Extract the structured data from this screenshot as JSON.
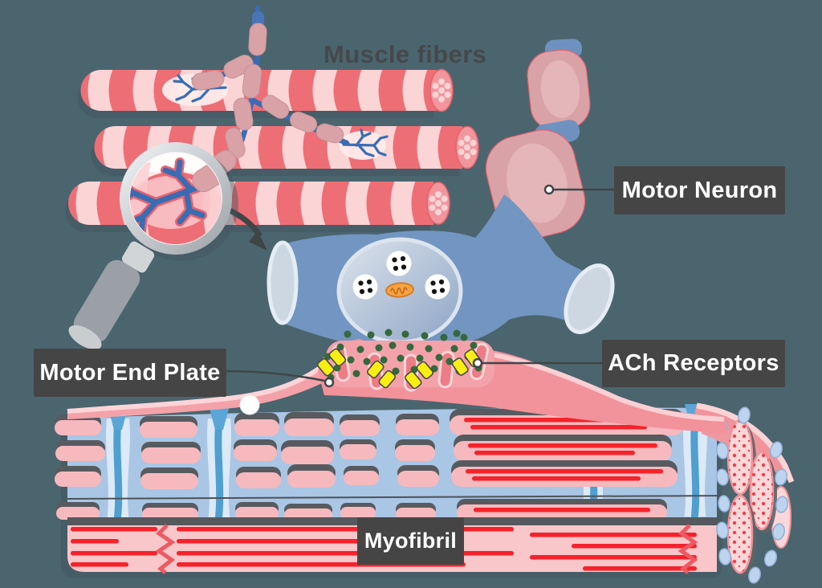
{
  "figure": {
    "subject": "Neuromuscular Junction anatomy diagram",
    "background": "#4b656e"
  },
  "labels": {
    "muscle_fibers": "Muscle fibers",
    "motor_neuron": "Motor Neuron",
    "motor_end_plate": "Motor End Plate",
    "ach_receptors": "ACh Receptors",
    "myofibril": "Myofibril"
  },
  "callout": {
    "bg": "#454545",
    "text_color": "#ffffff"
  },
  "title_color": "#45484b",
  "colors": {
    "background": "#4b656e",
    "muscle_fiber_red": "#ee6e76",
    "muscle_fiber_stripe": "#fbd4d6",
    "nerve_blue": "#3a6cb4",
    "myelin_sheath_pink": "#d9a2a7",
    "motor_neuron_blue": "#6e92bf",
    "axon_terminal_blue": "#7295c1",
    "synaptic_vesicle_white": "#ffffff",
    "mitochondrion_orange": "#f5a43f",
    "ach_green": "#35693c",
    "receptor_yellow": "#f8ee12",
    "membrane_pink": "#f2929b",
    "junctional_fold_red": "#ed7c86",
    "myofibril_blue": "#a9c6e5",
    "myofibril_pink": "#f9c6c9",
    "sarcomere_pink": "#f6b9be",
    "filament_red": "#f5232b",
    "magnifier_gray": "#9aa0a6",
    "leader_line": "#3f4648"
  }
}
